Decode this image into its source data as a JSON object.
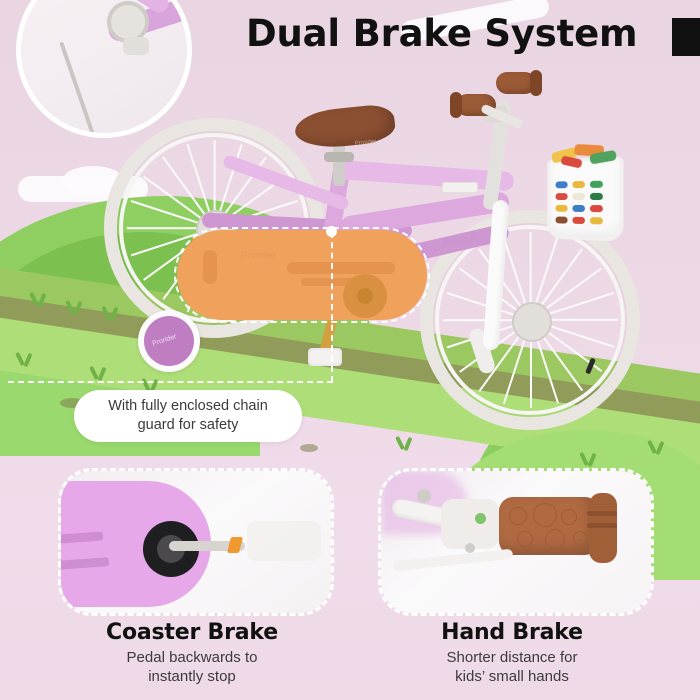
{
  "header": {
    "title": "Dual Brake System"
  },
  "hero": {
    "callout": {
      "line1": "With fully enclosed chain",
      "line2": "guard for safety"
    },
    "brand_marks": {
      "frame": "Prorider",
      "saddle": "Prorider",
      "training_wheel": "Prorider",
      "chainguard": "Prorider"
    }
  },
  "features": [
    {
      "id": "coaster-brake",
      "title": "Coaster Brake",
      "subtitle_line1": "Pedal backwards to",
      "subtitle_line2": "instantly stop"
    },
    {
      "id": "hand-brake",
      "title": "Hand Brake",
      "subtitle_line1": "Shorter distance for",
      "subtitle_line2": "kids’ small hands"
    }
  ],
  "colors": {
    "background": "#ebd8e4",
    "frame_pink": "#dda8de",
    "chainguard_orange": "#f0a15c",
    "grass_green": "#8fcf62",
    "grip_brown": "#9a5a36",
    "title_black": "#111111",
    "callout_white": "#ffffff"
  }
}
